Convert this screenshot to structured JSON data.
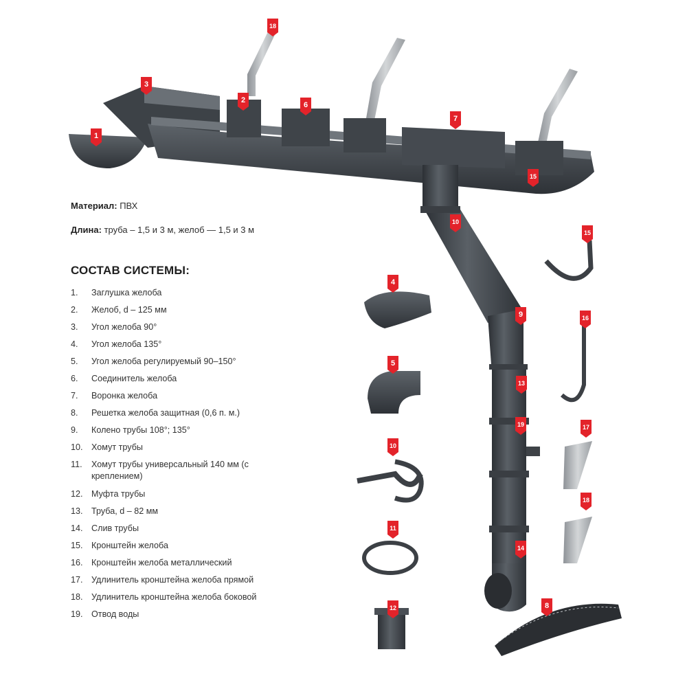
{
  "info": {
    "material_label": "Материал:",
    "material_value": " ПВХ",
    "length_label": "Длина:",
    "length_value": " труба – 1,5 и 3 м, желоб — 1,5 и 3 м"
  },
  "section_title": "СОСТАВ СИСТЕМЫ:",
  "parts": [
    {
      "num": "1.",
      "text": "Заглушка желоба"
    },
    {
      "num": "2.",
      "text": "Желоб, d – 125 мм"
    },
    {
      "num": "3.",
      "text": "Угол желоба 90°"
    },
    {
      "num": "4.",
      "text": "Угол желоба 135°"
    },
    {
      "num": "5.",
      "text": "Угол желоба регулируемый 90–150°"
    },
    {
      "num": "6.",
      "text": "Соединитель желоба"
    },
    {
      "num": "7.",
      "text": "Воронка желоба"
    },
    {
      "num": "8.",
      "text": "Решетка желоба защитная (0,6 п. м.)"
    },
    {
      "num": "9.",
      "text": "Колено трубы 108°; 135°"
    },
    {
      "num": "10.",
      "text": "Хомут трубы"
    },
    {
      "num": "11.",
      "text": "Хомут трубы универсальный 140 мм (с креплением)"
    },
    {
      "num": "12.",
      "text": "Муфта трубы"
    },
    {
      "num": "13.",
      "text": "Труба, d – 82 мм"
    },
    {
      "num": "14.",
      "text": "Слив трубы"
    },
    {
      "num": "15.",
      "text": "Кронштейн желоба"
    },
    {
      "num": "16.",
      "text": "Кронштейн желоба металлический"
    },
    {
      "num": "17.",
      "text": "Удлинитель кронштейна желоба прямой"
    },
    {
      "num": "18.",
      "text": "Удлинитель кронштейна желоба боковой"
    },
    {
      "num": "19.",
      "text": "Отвод воды"
    }
  ],
  "markers": [
    "18",
    "3",
    "2",
    "6",
    "7",
    "1",
    "15",
    "10",
    "15",
    "4",
    "9",
    "16",
    "5",
    "13",
    "19",
    "17",
    "10",
    "18",
    "11",
    "14",
    "8",
    "12"
  ],
  "colors": {
    "marker_red": "#e3232a",
    "pipe_gray": "#4a4f55",
    "pipe_dark": "#2f3338",
    "metal": "#b9bcbf"
  }
}
